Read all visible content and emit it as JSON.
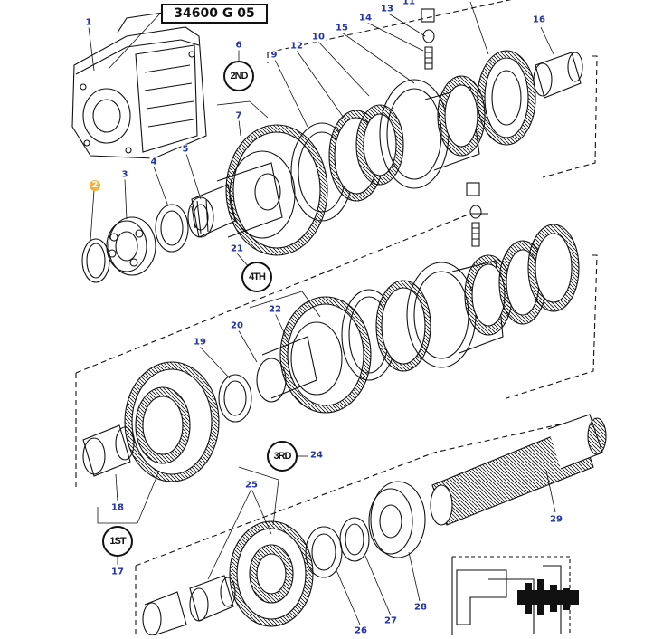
{
  "diagram": {
    "reference": "34600 G 05",
    "gear_tags": {
      "second": "2ND",
      "fourth": "4TH",
      "third": "3RD",
      "first": "1ST"
    },
    "callouts": [
      "1",
      "2",
      "3",
      "4",
      "5",
      "6",
      "7",
      "9",
      "10",
      "11",
      "12",
      "13",
      "14",
      "15",
      "16",
      "17",
      "18",
      "19",
      "20",
      "21",
      "22",
      "24",
      "25",
      "26",
      "27",
      "28",
      "29"
    ],
    "highlighted_callout": "2",
    "colors": {
      "callout_text": "#2233aa",
      "highlight": "#f3b23a",
      "line": "#111111"
    }
  }
}
